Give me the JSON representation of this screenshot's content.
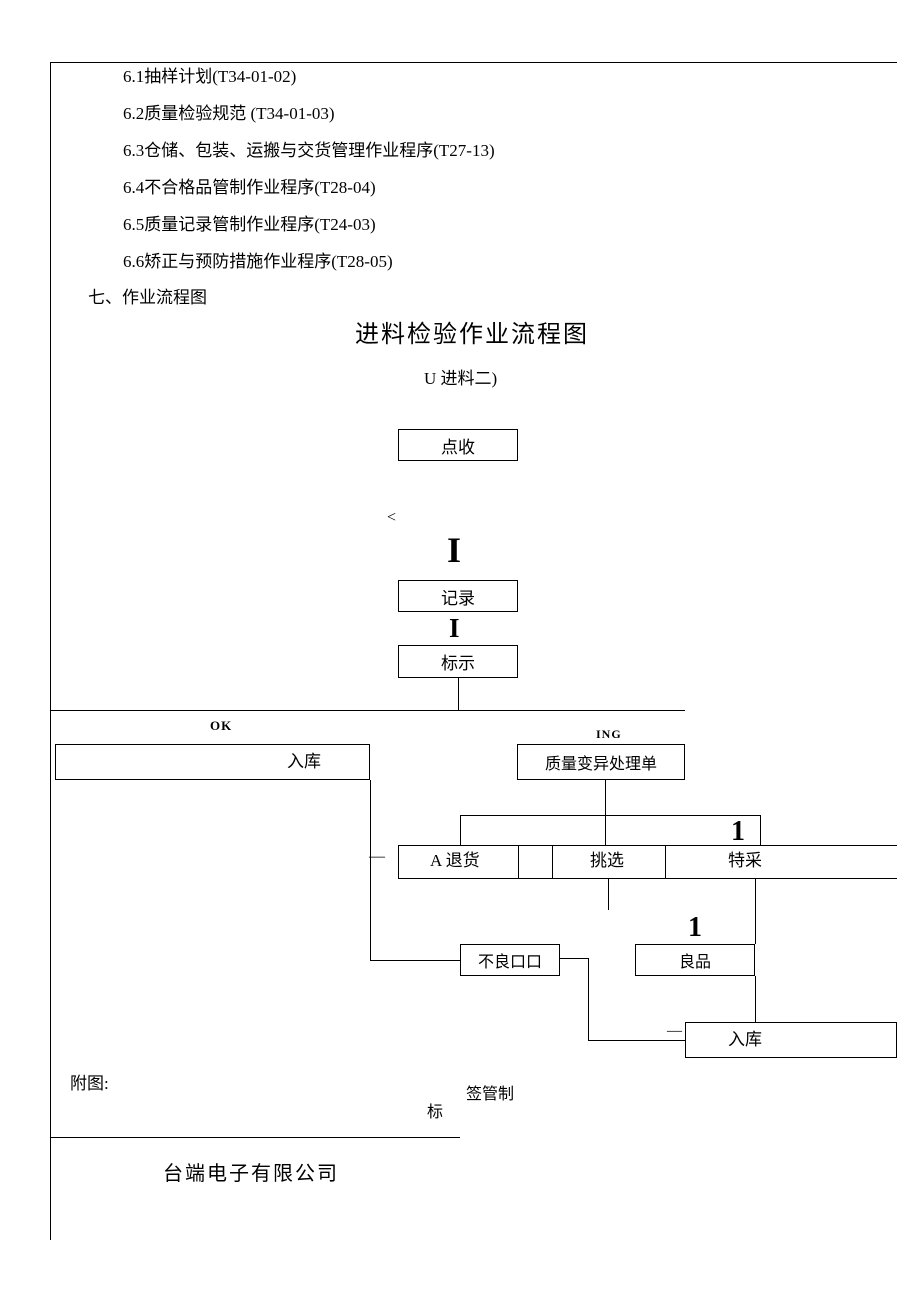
{
  "page": {
    "references": [
      "6.1抽样计划(T34-01-02)",
      "6.2质量检验规范 (T34-01-03)",
      "6.3仓储、包装、运搬与交货管理作业程序(T27-13)",
      "6.4不合格品管制作业程序(T28-04)",
      "6.5质量记录管制作业程序(T24-03)",
      "6.6矫正与预防措施作业程序(T28-05)"
    ],
    "section_heading": "七、作业流程图",
    "title": "进料检验作业流程图",
    "subtitle": "U 进料二)",
    "footer_attachment": "附图:",
    "footer_sign": "签管制",
    "footer_mark": "标",
    "company": "台端电子有限公司"
  },
  "flow": {
    "receive": "点收",
    "record": "记录",
    "mark": "标示",
    "ok_label": "OK",
    "ing_label": "ING",
    "warehouse_ok": "入库",
    "deviation_form": "质量变异处理单",
    "return_goods": "A 退货",
    "sort": "挑选",
    "special_accept": "特采",
    "defect": "不良口口",
    "good": "良品",
    "warehouse_final": "入库",
    "lt_mark": "<",
    "i_mark_1": "I",
    "i_mark_2": "I",
    "one_mark_1": "1",
    "one_mark_2": "1",
    "dash_1": "—",
    "dash_2": "—"
  },
  "colors": {
    "ink": "#000000",
    "paper": "#ffffff"
  }
}
